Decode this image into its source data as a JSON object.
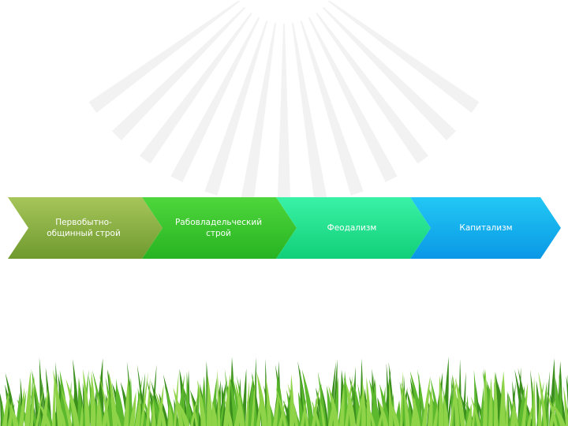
{
  "diagram": {
    "type": "chevron-process",
    "steps": [
      {
        "label": "Первобытно-\nобщинный строй",
        "color_top": "#a6c55a",
        "color_bottom": "#6f9a2e"
      },
      {
        "label": "Рабовладельческий\nстрой",
        "color_top": "#4fd63c",
        "color_bottom": "#27b321"
      },
      {
        "label": "Феодализм",
        "color_top": "#3af2a6",
        "color_bottom": "#11cf78"
      },
      {
        "label": "Капитализм",
        "color_top": "#22c8f4",
        "color_bottom": "#0a98e6"
      }
    ],
    "label_color": "#ffffff"
  },
  "background": {
    "base_color": "#ffffff",
    "rays_color": "#f1f1f1",
    "grass_colors": [
      "#3a8f1d",
      "#5cb82c",
      "#8fd448"
    ]
  }
}
